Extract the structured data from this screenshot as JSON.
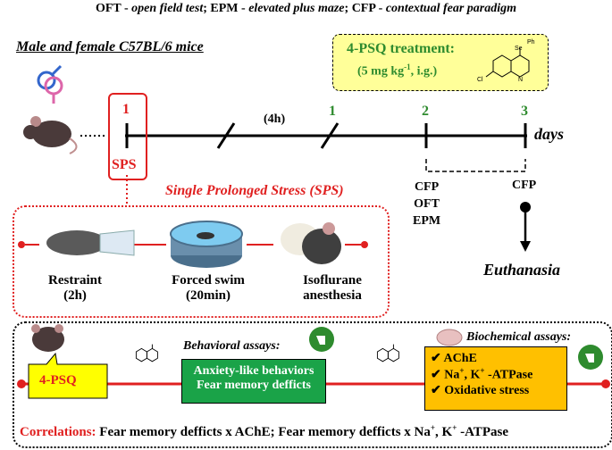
{
  "abbreviations": {
    "oft_code": "OFT",
    "oft_text": "open field test",
    "epm_code": "EPM",
    "epm_text": "elevated plus maze",
    "cfp_code": "CFP",
    "cfp_text": "contextual fear paradigm"
  },
  "mice_title": "Male and female C57BL/6 mice",
  "treatment": {
    "title": "4-PSQ treatment:",
    "dose": "(5 mg kg",
    "dose_sup": "-1",
    "dose_end": ", i.g.)"
  },
  "timeline": {
    "sps_day": "1",
    "sps_label": "SPS",
    "interval": "(4h)",
    "days": [
      "1",
      "2",
      "3"
    ],
    "unit": "days",
    "day2_tests": [
      "CFP",
      "OFT",
      "EPM"
    ],
    "day3_test": "CFP",
    "end": "Euthanasia"
  },
  "sps": {
    "title": "Single Prolonged Stress (SPS)",
    "procedures": [
      {
        "name": "Restraint",
        "detail": "(2h)"
      },
      {
        "name": "Forced swim",
        "detail": "(20min)"
      },
      {
        "name": "Isoflurane",
        "detail": "anesthesia"
      }
    ]
  },
  "assays": {
    "drug_label": "4-PSQ",
    "behavioral_title": "Behavioral assays:",
    "behavioral_items": [
      "Anxiety-like behaviors",
      "Fear memory defficts"
    ],
    "biochemical_title": "Biochemical assays:",
    "biochemical_items": [
      "AChE",
      "Na",
      "+",
      ", K",
      "+",
      " -ATPase",
      "Oxidative stress"
    ]
  },
  "correlations": {
    "label": "Correlations:",
    "text1": "Fear memory defficts x AChE;",
    "text2": "Fear memory defficts x Na",
    "sup1": "+",
    "mid": ", K",
    "sup2": "+",
    "end": " -ATPase"
  },
  "structure_labels": {
    "se": "Se",
    "ph": "Ph",
    "cl": "Cl",
    "n": "N"
  },
  "colors": {
    "red": "#e02020",
    "green": "#2e8b2e",
    "yellow_box": "#ffff99",
    "orange_box": "#ffc000",
    "green_box": "#1aa348"
  }
}
